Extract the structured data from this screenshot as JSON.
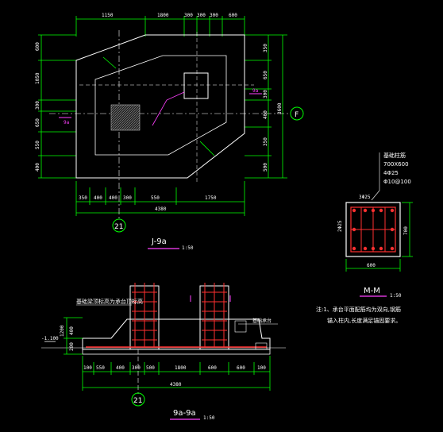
{
  "drawing": {
    "plan": {
      "axis_vertical": "21",
      "axis_horizontal": "F",
      "title": "J-9a",
      "scale": "1:50",
      "top_dims": [
        "1150",
        "1800",
        "300",
        "300",
        "300",
        "600"
      ],
      "bottom_dims": [
        "350",
        "400",
        "400",
        "300",
        "550",
        "1750"
      ],
      "bottom_total": "4380",
      "left_dims": [
        "600",
        "1050",
        "300",
        "650",
        "550",
        "400"
      ],
      "right_dims": [
        "350",
        "650",
        "300",
        "400",
        "350",
        "500"
      ],
      "right_total": "3600",
      "mark_left": "9a",
      "mark_right": "9a"
    },
    "column_section": {
      "title": "M-M",
      "scale": "1:50",
      "top_label": "3Φ25",
      "left_label": "2Φ25",
      "width_dim": "600",
      "height_dim": "700",
      "spec_lines": [
        "基础柱筋",
        "700X600",
        "4Φ25",
        "Φ10@100"
      ]
    },
    "elevation": {
      "title": "9a-9a",
      "scale": "1:50",
      "axis": "21",
      "level_label": "-1.100",
      "note_label": "基础梁顶标高为承台顶标高",
      "right_label": "基础承台",
      "bottom_dims": [
        "100",
        "550",
        "400",
        "300",
        "500",
        "1800",
        "600",
        "600",
        "100"
      ],
      "total": "4380",
      "side_dims": [
        "200",
        "400",
        "1200"
      ]
    },
    "notes": [
      "注:1、承台平面配筋均为双向,钢筋",
      "锚入柱内,长度满足锚固要求。"
    ]
  },
  "colors": {
    "background": "#000000",
    "dimension": "#00ff00",
    "outline": "#ffffff",
    "rebar": "#ff3030",
    "title": "#ff40ff",
    "guide": "#00ffff"
  }
}
